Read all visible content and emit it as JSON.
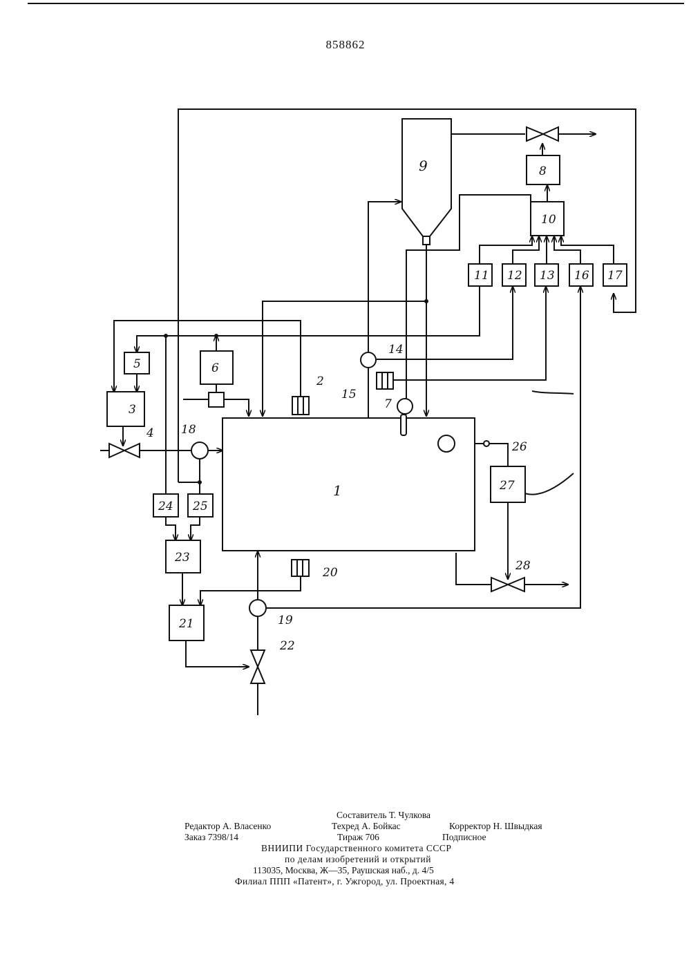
{
  "page": {
    "number": "858862"
  },
  "diagram": {
    "block_labels": [
      "1",
      "2",
      "3",
      "4",
      "5",
      "6",
      "7",
      "8",
      "9",
      "10",
      "11",
      "12",
      "13",
      "14",
      "15",
      "16",
      "17",
      "18",
      "19",
      "20",
      "21",
      "22",
      "23",
      "24",
      "25",
      "26",
      "27",
      "28"
    ]
  },
  "imprint": {
    "composer": "Составитель Т. Чулкова",
    "editor": "Редактор А. Власенко",
    "techred": "Техред А. Бойкас",
    "corrector": "Корректор Н. Швыдкая",
    "order": "Заказ 7398/14",
    "circulation": "Тираж 706",
    "subscription": "Подписное",
    "org_line1": "ВНИИПИ Государственного комитета СССР",
    "org_line2": "по делам изобретений и открытий",
    "address": "113035, Москва, Ж—35, Раушская наб., д. 4/5",
    "branch": "Филиал ППП «Патент», г. Ужгород, ул. Проектная, 4"
  }
}
